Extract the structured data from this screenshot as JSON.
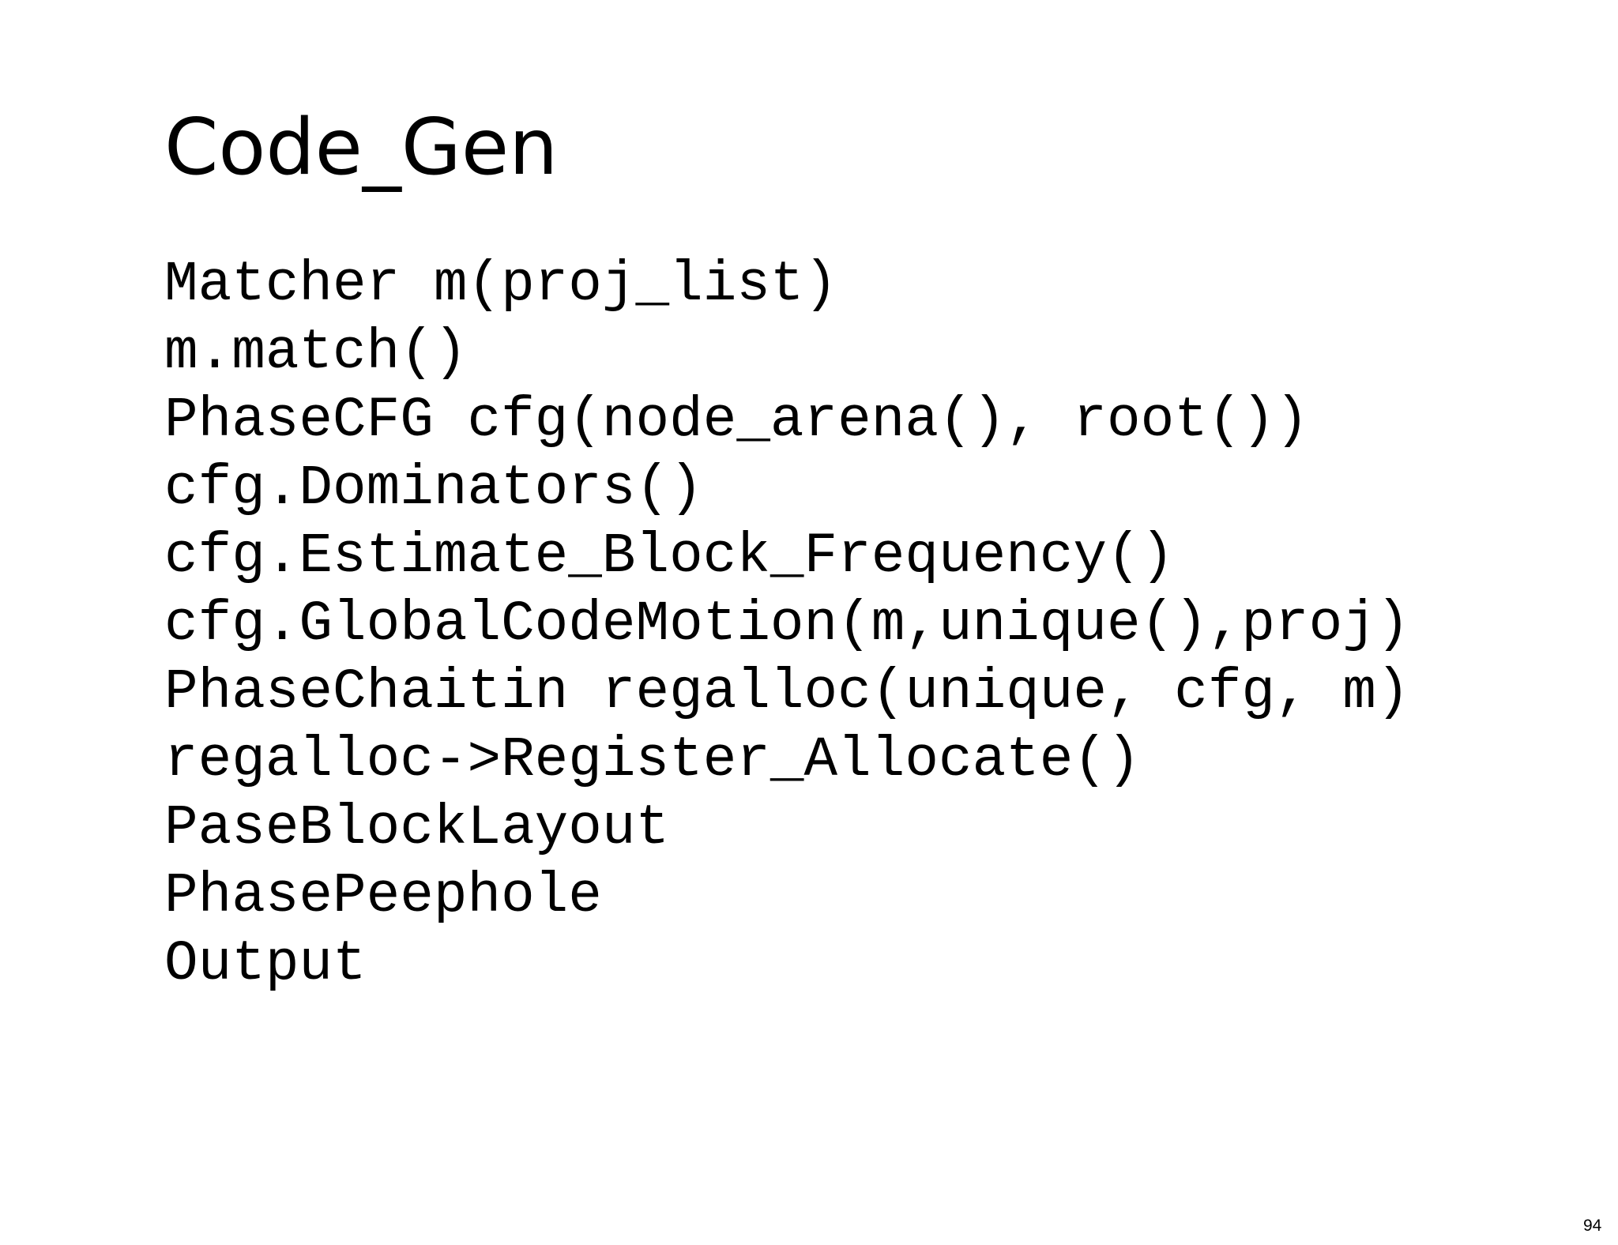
{
  "slide": {
    "title": "Code_Gen",
    "code_lines": [
      "Matcher m(proj_list)",
      "m.match()",
      "PhaseCFG cfg(node_arena(), root())",
      "cfg.Dominators()",
      "cfg.Estimate_Block_Frequency()",
      "cfg.GlobalCodeMotion(m,unique(),proj)",
      "PhaseChaitin regalloc(unique, cfg, m)",
      "regalloc->Register_Allocate()",
      "PaseBlockLayout",
      "PhasePeephole",
      "Output"
    ],
    "page_number": "94"
  }
}
